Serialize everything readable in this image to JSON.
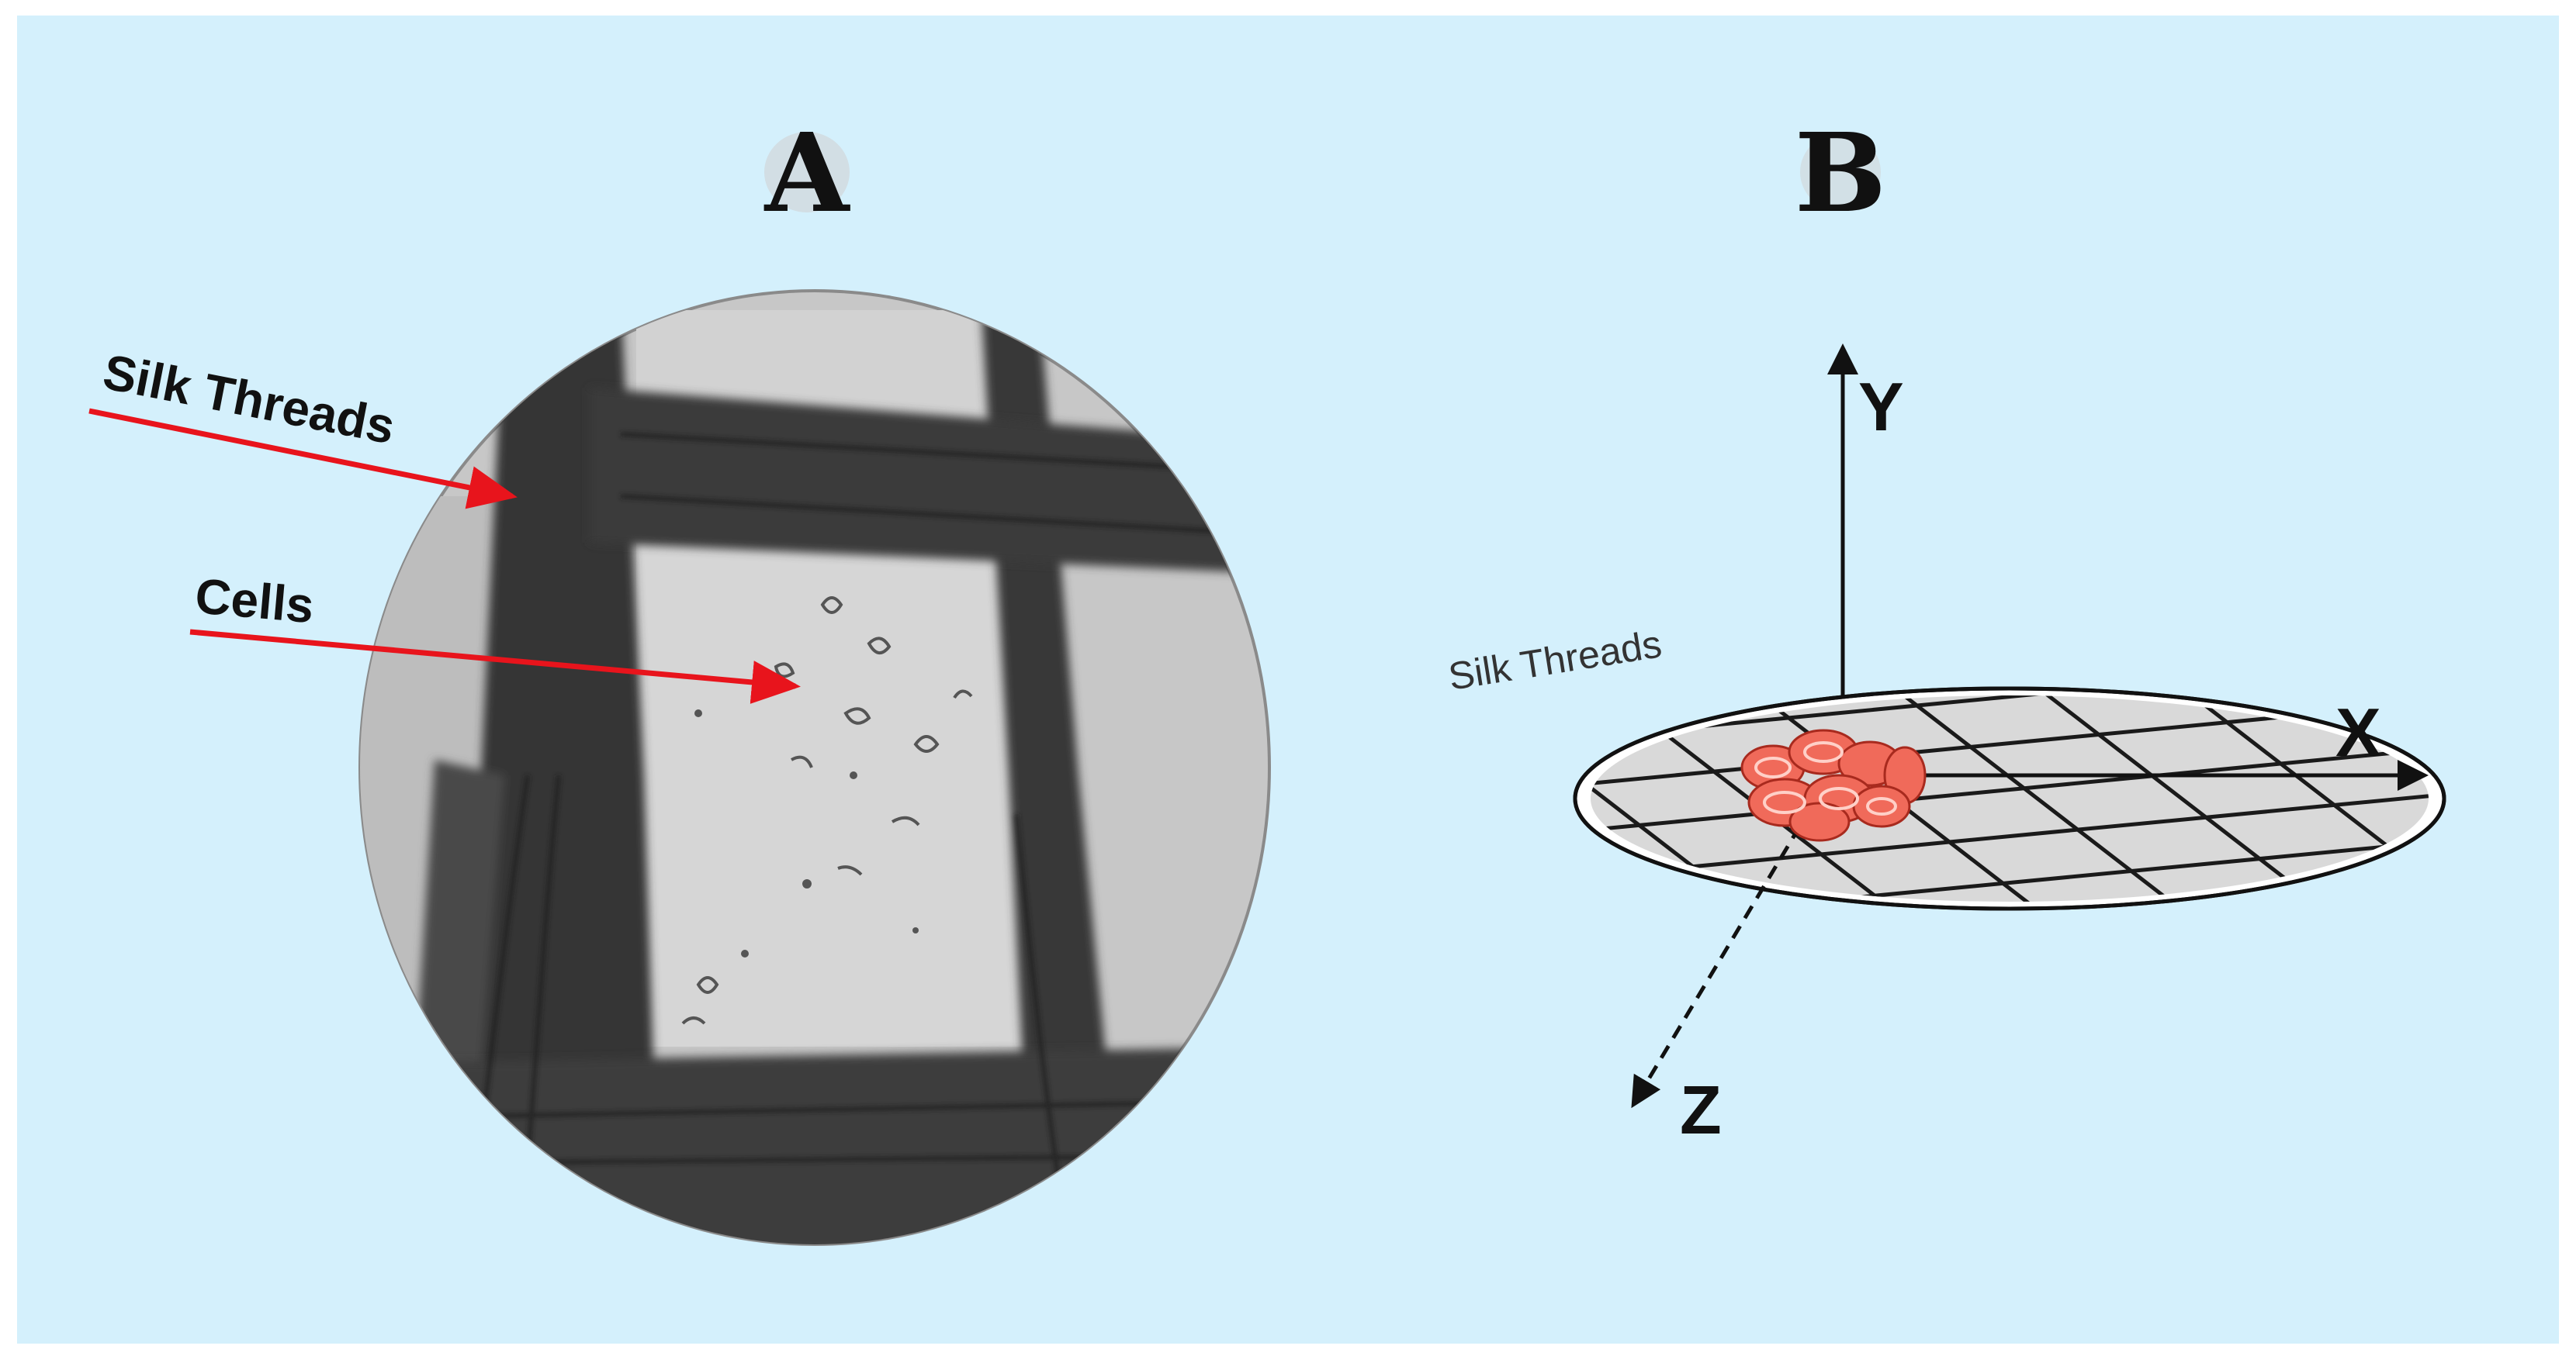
{
  "panels": {
    "a": {
      "letter": "A",
      "labels": {
        "silk_threads": "Silk Threads",
        "cells": "Cells"
      }
    },
    "b": {
      "letter": "B",
      "disk_label": "Silk Threads",
      "axes": {
        "x": "X",
        "y": "Y",
        "z": "Z"
      }
    }
  },
  "colors": {
    "background": "#d4f0fc",
    "arrow_red": "#e8141c",
    "cells_red": "#f06a5a",
    "disk_gray": "#d9d9d9",
    "thread_dark": "#2a2a2a"
  }
}
